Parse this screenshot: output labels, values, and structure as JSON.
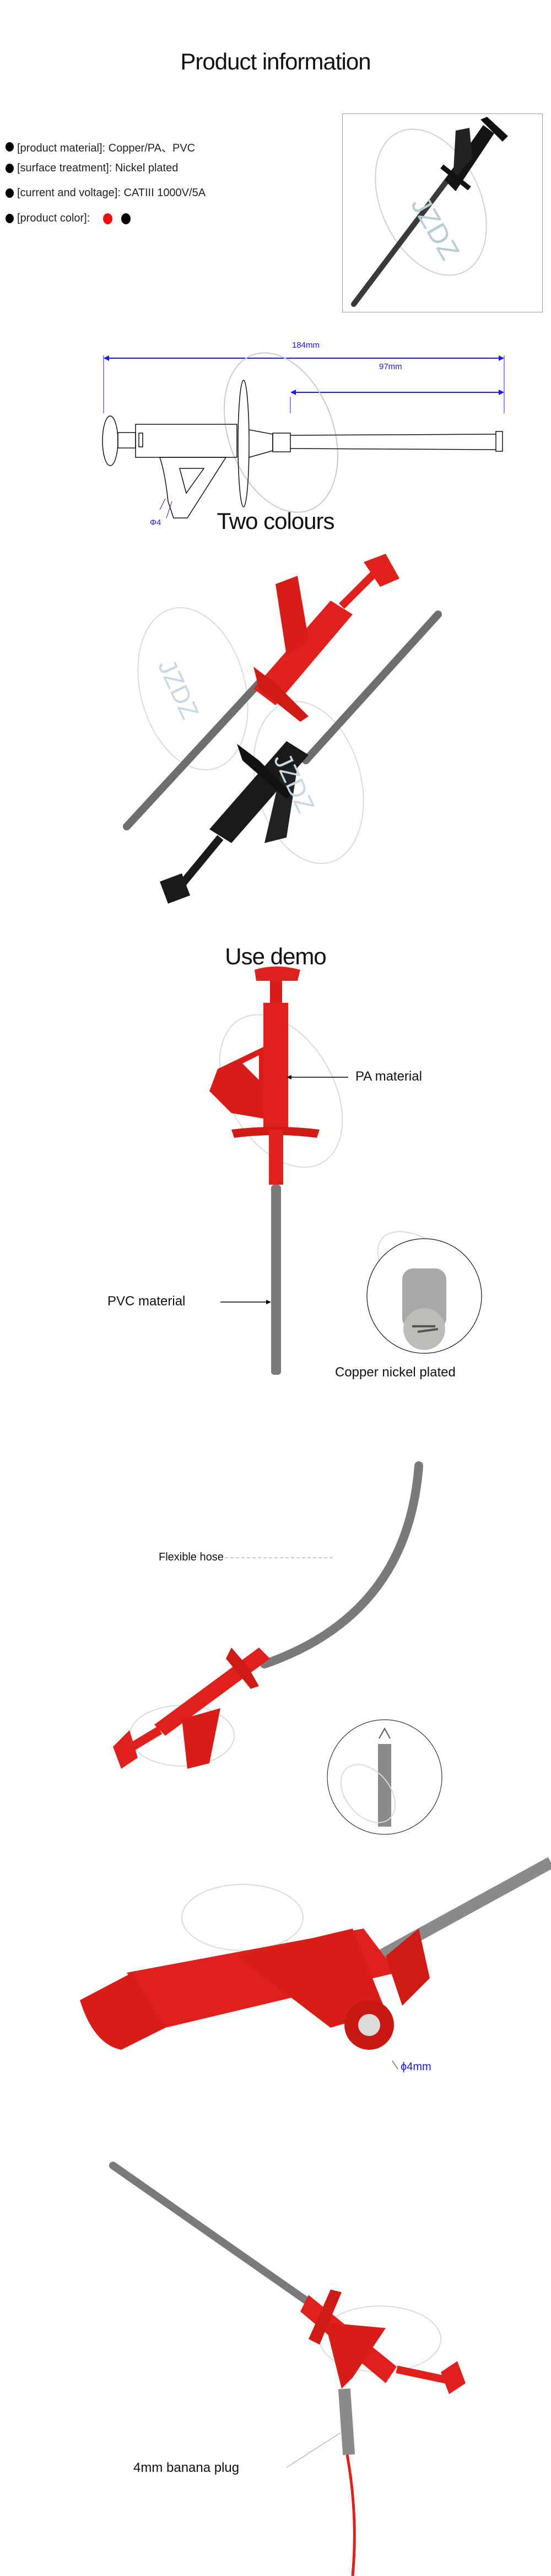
{
  "sections": {
    "product_info": "Product information",
    "two_colours": "Two colours",
    "use_demo": "Use demo"
  },
  "specs": [
    {
      "label": "[product material]: Copper/PA、PVC"
    },
    {
      "label": "[surface treatment]: Nickel plated"
    },
    {
      "label": "[current and voltage]: CATIII 1000V/5A"
    },
    {
      "label": "[product color]:"
    }
  ],
  "product_colors": [
    "#f01010",
    "#000000"
  ],
  "dimensions": {
    "total": "184mm",
    "sheath": "97mm",
    "diameter": "Φ4"
  },
  "callouts": {
    "pa": "PA material",
    "pvc": "PVC material",
    "copper": "Copper nickel plated",
    "hose": "Flexible hose",
    "phi4mm": "ϕ4mm",
    "banana": "4mm banana plug"
  },
  "watermark": "JZDZ",
  "colors": {
    "red": "#e0201c",
    "black": "#1a1a1a",
    "grey": "#7a7a7a",
    "dim": "#1a1ad8"
  }
}
